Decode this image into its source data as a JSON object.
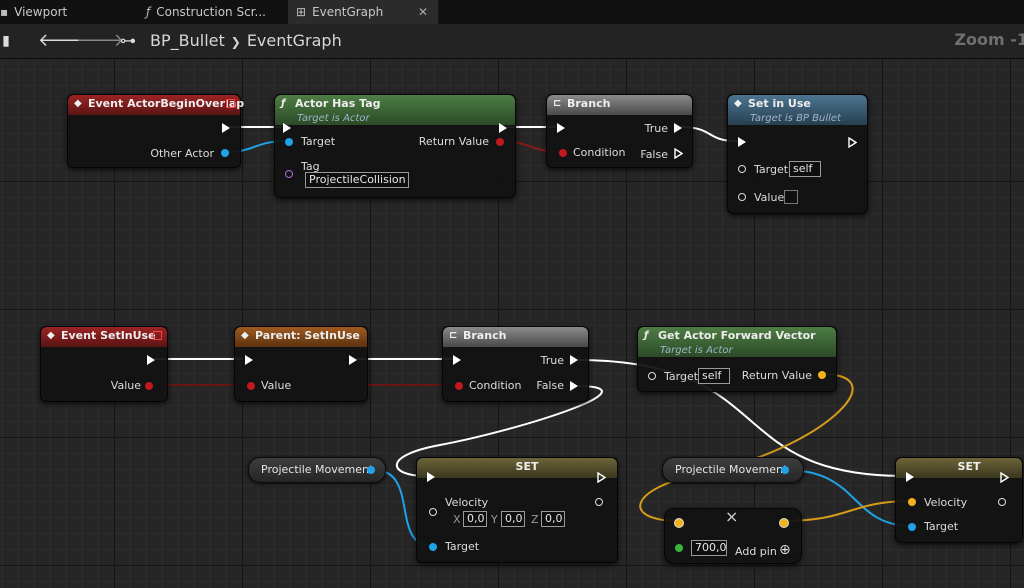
{
  "tabs": [
    {
      "label": "Viewport",
      "icon": "viewport-icon"
    },
    {
      "label": "Construction Scr...",
      "icon": "function-icon"
    },
    {
      "label": "EventGraph",
      "icon": "graph-icon",
      "close": "✕"
    }
  ],
  "toolbar": {
    "breadcrumb_blueprint": "BP_Bullet",
    "breadcrumb_sep": "❯",
    "breadcrumb_graph": "EventGraph",
    "zoom": "Zoom -1"
  },
  "nodes": {
    "overlap": {
      "title": "Event ActorBeginOverlap",
      "other_actor": "Other Actor"
    },
    "has_tag": {
      "title": "Actor Has Tag",
      "subtitle": "Target is Actor",
      "target": "Target",
      "return_value": "Return Value",
      "tag": "Tag",
      "tag_value": "ProjectileCollision"
    },
    "branch1": {
      "title": "Branch",
      "true": "True",
      "false": "False",
      "condition": "Condition"
    },
    "set_in_use": {
      "title": "Set in Use",
      "subtitle": "Target is BP Bullet",
      "target": "Target",
      "target_value": "self",
      "value": "Value"
    },
    "event_setinuse": {
      "title": "Event SetInUse",
      "value": "Value"
    },
    "parent": {
      "title": "Parent: SetInUse",
      "value": "Value"
    },
    "branch2": {
      "title": "Branch",
      "true": "True",
      "false": "False",
      "condition": "Condition"
    },
    "fwd": {
      "title": "Get Actor Forward Vector",
      "subtitle": "Target is Actor",
      "target": "Target",
      "target_value": "self",
      "return_value": "Return Value"
    },
    "pm1": {
      "label": "Projectile Movement"
    },
    "set1": {
      "title": "SET",
      "velocity": "Velocity",
      "x_label": "X",
      "x": "0,0",
      "y_label": "Y",
      "y": "0,0",
      "z_label": "Z",
      "z": "0,0",
      "target": "Target"
    },
    "pm2": {
      "label": "Projectile Movement"
    },
    "mult": {
      "symbol": "×",
      "value": "700,0",
      "add_pin": "Add pin",
      "add_icon": "⊕"
    },
    "set2": {
      "title": "SET",
      "velocity": "Velocity",
      "target": "Target"
    }
  }
}
